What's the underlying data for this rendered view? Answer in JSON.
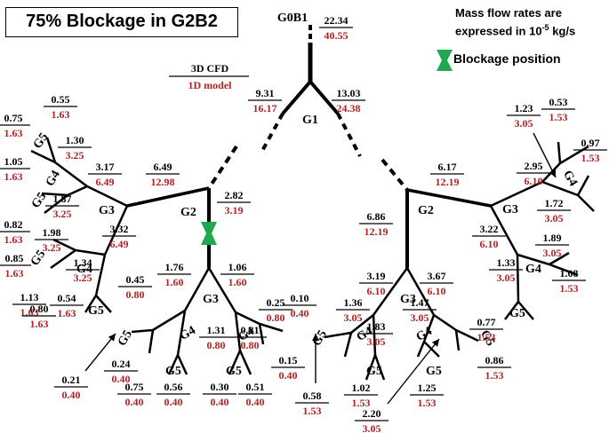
{
  "title": "75% Blockage in G2B2",
  "note": {
    "prefix": "Mass flow rates are expressed in 10",
    "exp": "-5",
    "suffix": " kg/s"
  },
  "legend": {
    "cfd": "3D CFD",
    "model": "1D model",
    "blockage": "Blockage position"
  },
  "colors": {
    "cfd": "#000000",
    "model": "#b22222",
    "blockage": "#1fa84f",
    "line": "#000000"
  },
  "generation_labels": [
    "G0B1",
    "G1",
    "G2",
    "G2",
    "G3",
    "G3",
    "G3",
    "G3",
    "G4",
    "G4",
    "G4",
    "G4",
    "G4",
    "G4",
    "G4",
    "G4",
    "G5",
    "G5",
    "G5",
    "G5",
    "G5",
    "G5",
    "G5",
    "G5",
    "G5",
    "G5",
    "G5",
    "G5"
  ],
  "flow_pairs": [
    {
      "cfd": "22.34",
      "model": "40.55"
    },
    {
      "cfd": "9.31",
      "model": "16.17"
    },
    {
      "cfd": "13.03",
      "model": "24.38"
    },
    {
      "cfd": "6.49",
      "model": "12.98"
    },
    {
      "cfd": "2.82",
      "model": "3.19"
    },
    {
      "cfd": "6.17",
      "model": "12.19"
    },
    {
      "cfd": "6.86",
      "model": "12.19"
    },
    {
      "cfd": "3.17",
      "model": "6.49"
    },
    {
      "cfd": "3.32",
      "model": "6.49"
    },
    {
      "cfd": "1.76",
      "model": "1.60"
    },
    {
      "cfd": "1.06",
      "model": "1.60"
    },
    {
      "cfd": "3.19",
      "model": "6.10"
    },
    {
      "cfd": "3.67",
      "model": "6.10"
    },
    {
      "cfd": "2.95",
      "model": "6.10"
    },
    {
      "cfd": "3.22",
      "model": "6.10"
    },
    {
      "cfd": "1.30",
      "model": "3.25"
    },
    {
      "cfd": "1.87",
      "model": "3.25"
    },
    {
      "cfd": "1.98",
      "model": "3.25"
    },
    {
      "cfd": "1.34",
      "model": "3.25"
    },
    {
      "cfd": "0.45",
      "model": "0.80"
    },
    {
      "cfd": "1.31",
      "model": "0.80"
    },
    {
      "cfd": "0.81",
      "model": "0.80"
    },
    {
      "cfd": "0.25",
      "model": "0.80"
    },
    {
      "cfd": "1.36",
      "model": "3.05"
    },
    {
      "cfd": "1.83",
      "model": "3.05"
    },
    {
      "cfd": "1.47",
      "model": "3.05"
    },
    {
      "cfd": "1.72",
      "model": "3.05"
    },
    {
      "cfd": "1.89",
      "model": "3.05"
    },
    {
      "cfd": "1.33",
      "model": "3.05"
    },
    {
      "cfd": "1.23",
      "model": "3.05"
    },
    {
      "cfd": "0.55",
      "model": "1.63"
    },
    {
      "cfd": "0.75",
      "model": "1.63"
    },
    {
      "cfd": "1.05",
      "model": "1.63"
    },
    {
      "cfd": "0.82",
      "model": "1.63"
    },
    {
      "cfd": "0.85",
      "model": "1.63"
    },
    {
      "cfd": "1.13",
      "model": "1.63"
    },
    {
      "cfd": "0.80",
      "model": "1.63"
    },
    {
      "cfd": "0.54",
      "model": "1.63"
    },
    {
      "cfd": "0.24",
      "model": "0.40"
    },
    {
      "cfd": "0.21",
      "model": "0.40"
    },
    {
      "cfd": "0.75",
      "model": "0.40"
    },
    {
      "cfd": "0.56",
      "model": "0.40"
    },
    {
      "cfd": "0.30",
      "model": "0.40"
    },
    {
      "cfd": "0.51",
      "model": "0.40"
    },
    {
      "cfd": "0.10",
      "model": "0.40"
    },
    {
      "cfd": "0.15",
      "model": "0.40"
    },
    {
      "cfd": "0.58",
      "model": "1.53"
    },
    {
      "cfd": "1.02",
      "model": "1.53"
    },
    {
      "cfd": "2.20",
      "model": "3.05"
    },
    {
      "cfd": "1.25",
      "model": "1.53"
    },
    {
      "cfd": "0.86",
      "model": "1.53"
    },
    {
      "cfd": "0.77",
      "model": "1.53"
    },
    {
      "cfd": "1.08",
      "model": "1.53"
    },
    {
      "cfd": "0.53",
      "model": "1.53"
    },
    {
      "cfd": "0.97",
      "model": "1.53"
    }
  ]
}
